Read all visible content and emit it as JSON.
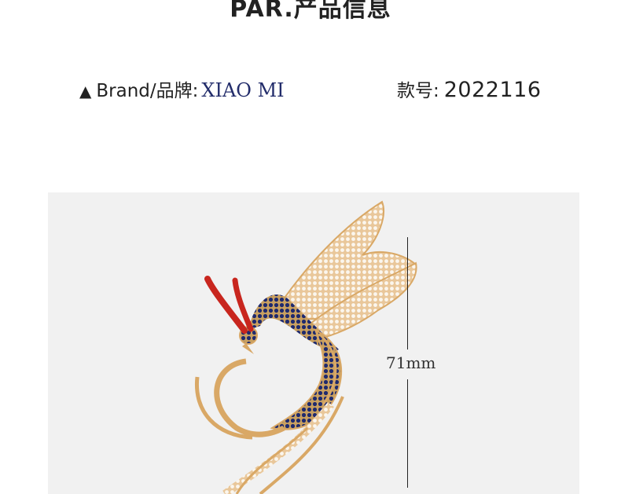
{
  "header": {
    "title": "PAR.产品信息"
  },
  "product_info": {
    "brand_label": "Brand/品牌:",
    "brand_value": "XIAO MI",
    "model_label": "款号:",
    "model_value": "2022116"
  },
  "photo": {
    "dimension_label": "71mm"
  },
  "colors": {
    "gold": "#d9a866",
    "enamel_red": "#c8261e",
    "sapphire_blue": "#1f2a6e",
    "panel_bg": "#f1f1f1"
  }
}
